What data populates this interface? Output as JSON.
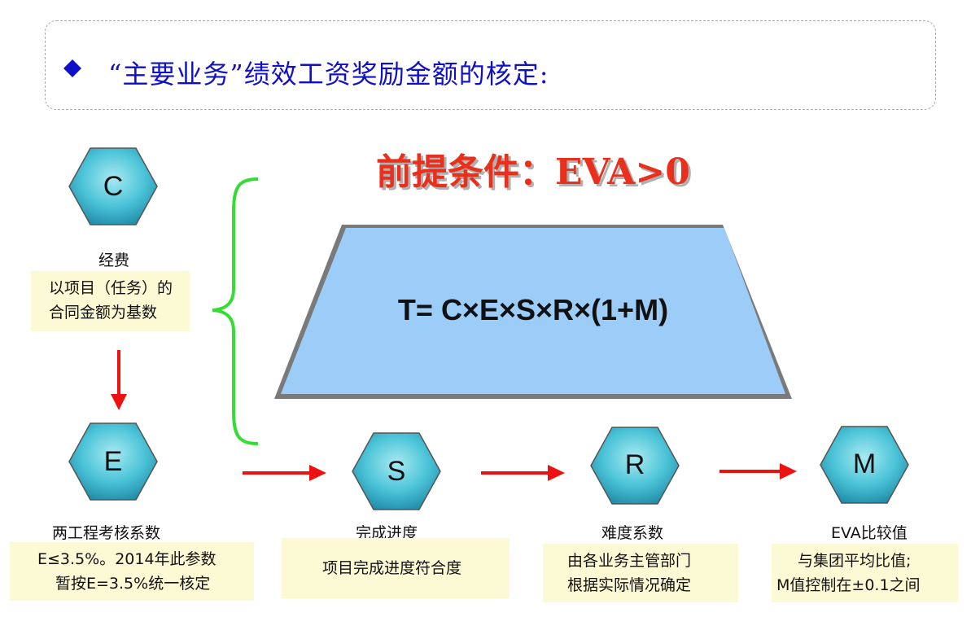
{
  "header": {
    "title": "“主要业务”绩效工资奖励金额的核定:"
  },
  "premise": "前提条件：EVA>0",
  "formula": "T= C×E×S×R×(1+M)",
  "factors": {
    "c": {
      "letter": "C",
      "label": "经费",
      "note_line1": "以项目（任务）的",
      "note_line2": "合同金额为基数"
    },
    "e": {
      "letter": "E",
      "label": "两工程考核系数",
      "note_line1": "E≤3.5%。2014年此参数",
      "note_line2": "暂按E=3.5%统一核定"
    },
    "s": {
      "letter": "S",
      "label": "完成进度",
      "note_line1": "项目完成进度符合度"
    },
    "r": {
      "letter": "R",
      "label": "难度系数",
      "note_line1": "由各业务主管部门",
      "note_line2": "根据实际情况确定"
    },
    "m": {
      "letter": "M",
      "label": "EVA比较值",
      "note_line1": "与集团平均比值;",
      "note_line2": "M值控制在±0.1之间"
    }
  },
  "colors": {
    "title_blue": "#1010c8",
    "premise_red": "#e8301c",
    "arrow_red": "#ee1111",
    "brace_green": "#33dd33",
    "trapezoid_fill": "#9ccdf8",
    "hexagon_fill": "#3cb8d0",
    "note_fill": "#fcfad4"
  },
  "icons": [
    "diamond-bullet-icon",
    "hexagon-icon",
    "right-arrow-icon",
    "down-arrow-icon",
    "curly-brace-icon"
  ]
}
